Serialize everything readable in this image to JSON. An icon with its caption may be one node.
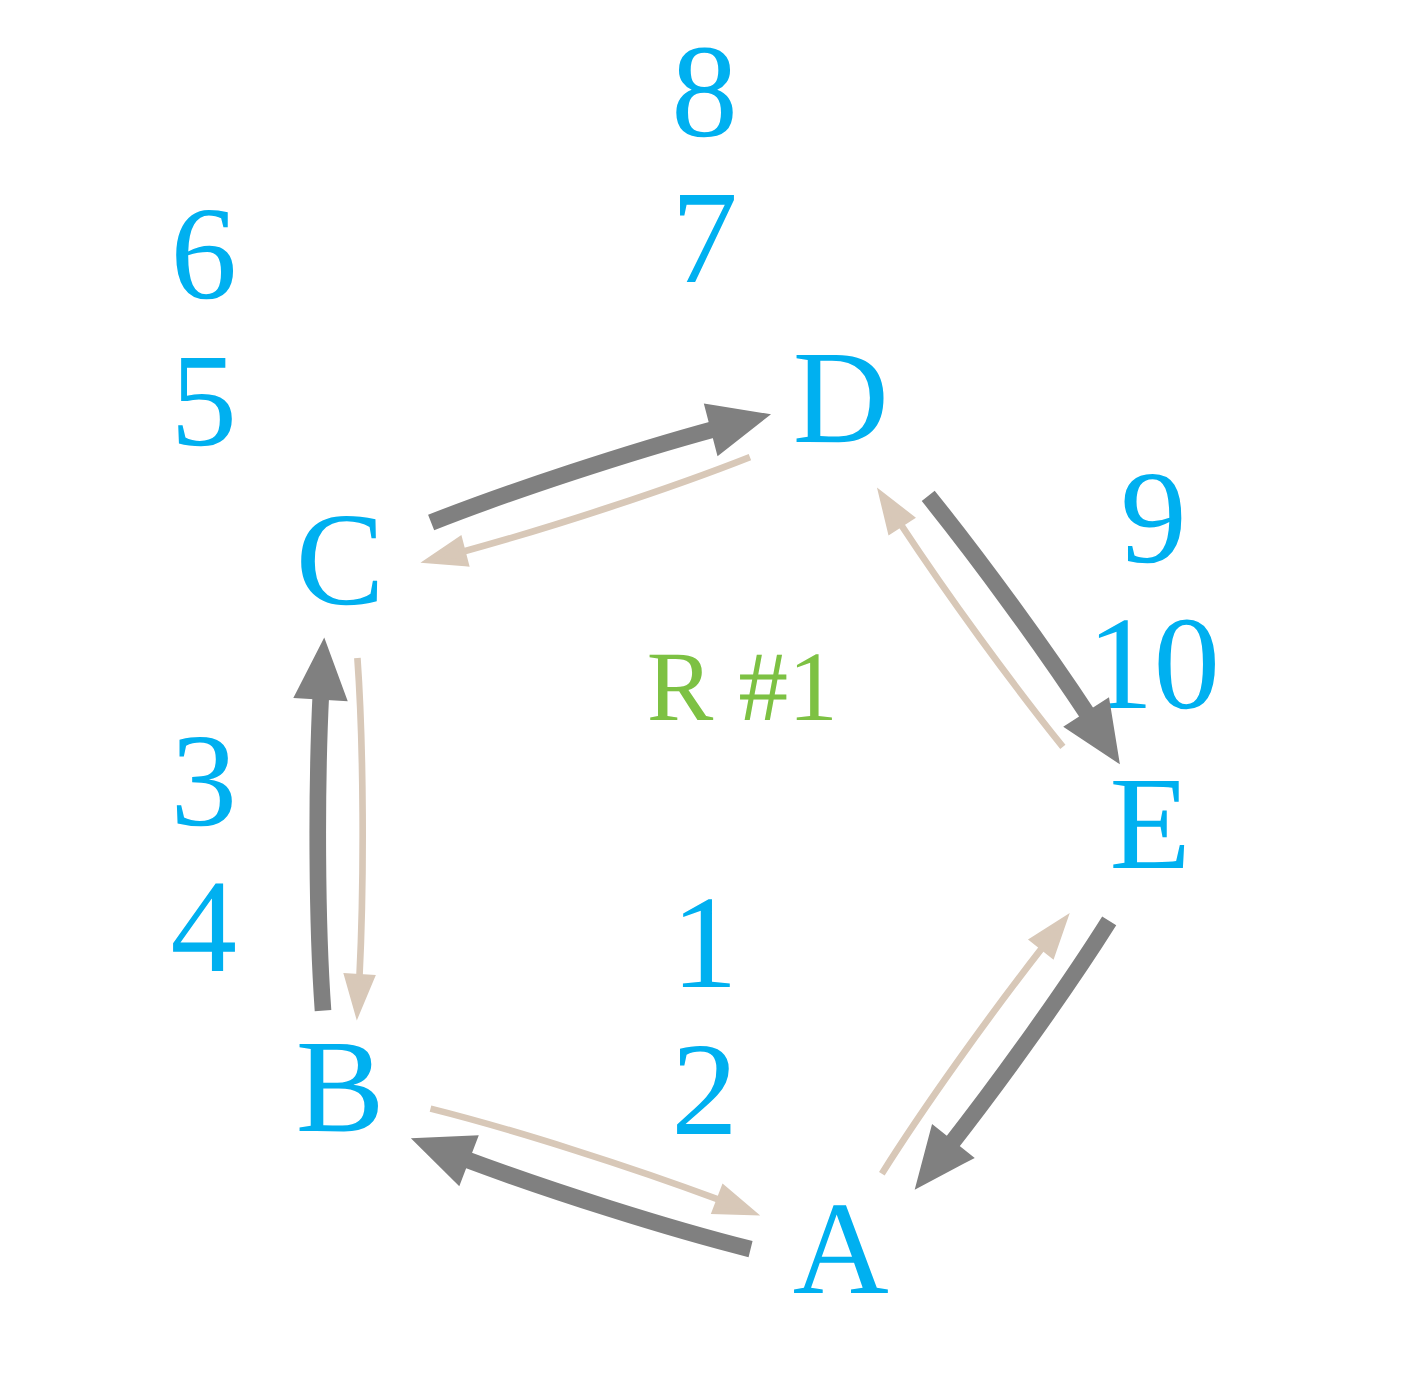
{
  "diagram": {
    "nodes": [
      {
        "text": [
          "A"
        ],
        "beside": [
          "1",
          "2"
        ]
      },
      {
        "text": [
          "B"
        ],
        "beside": [
          "3",
          "4"
        ]
      },
      {
        "text": [
          "C"
        ],
        "beside": [
          "6",
          "5"
        ]
      },
      {
        "text": [
          "D"
        ],
        "beside": [
          "8",
          "7"
        ]
      },
      {
        "text": [
          "E"
        ],
        "beside": [
          "9",
          "10"
        ]
      }
    ],
    "edges": [
      {
        "from": 0,
        "to": 1,
        "arrow": "to",
        "style": "thick",
        "color": "#808080"
      },
      {
        "from": 1,
        "to": 2,
        "arrow": "to",
        "style": "thick",
        "color": "#808080"
      },
      {
        "from": 2,
        "to": 3,
        "arrow": "to",
        "style": "thick",
        "color": "#808080"
      },
      {
        "from": 3,
        "to": 4,
        "arrow": "to",
        "style": "thick",
        "color": "#808080"
      },
      {
        "from": 4,
        "to": 0,
        "arrow": "to",
        "style": "thick",
        "color": "#808080"
      },
      {
        "from": 1,
        "to": 0,
        "arrow": "to",
        "color": "#d8c8b8"
      },
      {
        "from": 0,
        "to": 4,
        "arrow": "to",
        "color": "#d8c8b8"
      },
      {
        "from": 4,
        "to": 3,
        "arrow": "to",
        "color": "#d8c8b8"
      },
      {
        "from": 3,
        "to": 2,
        "arrow": "to",
        "color": "#d8c8b8"
      },
      {
        "from": 2,
        "to": 1,
        "arrow": "to",
        "color": "#d8c8b8"
      }
    ],
    "labels": [
      "R #1"
    ]
  }
}
